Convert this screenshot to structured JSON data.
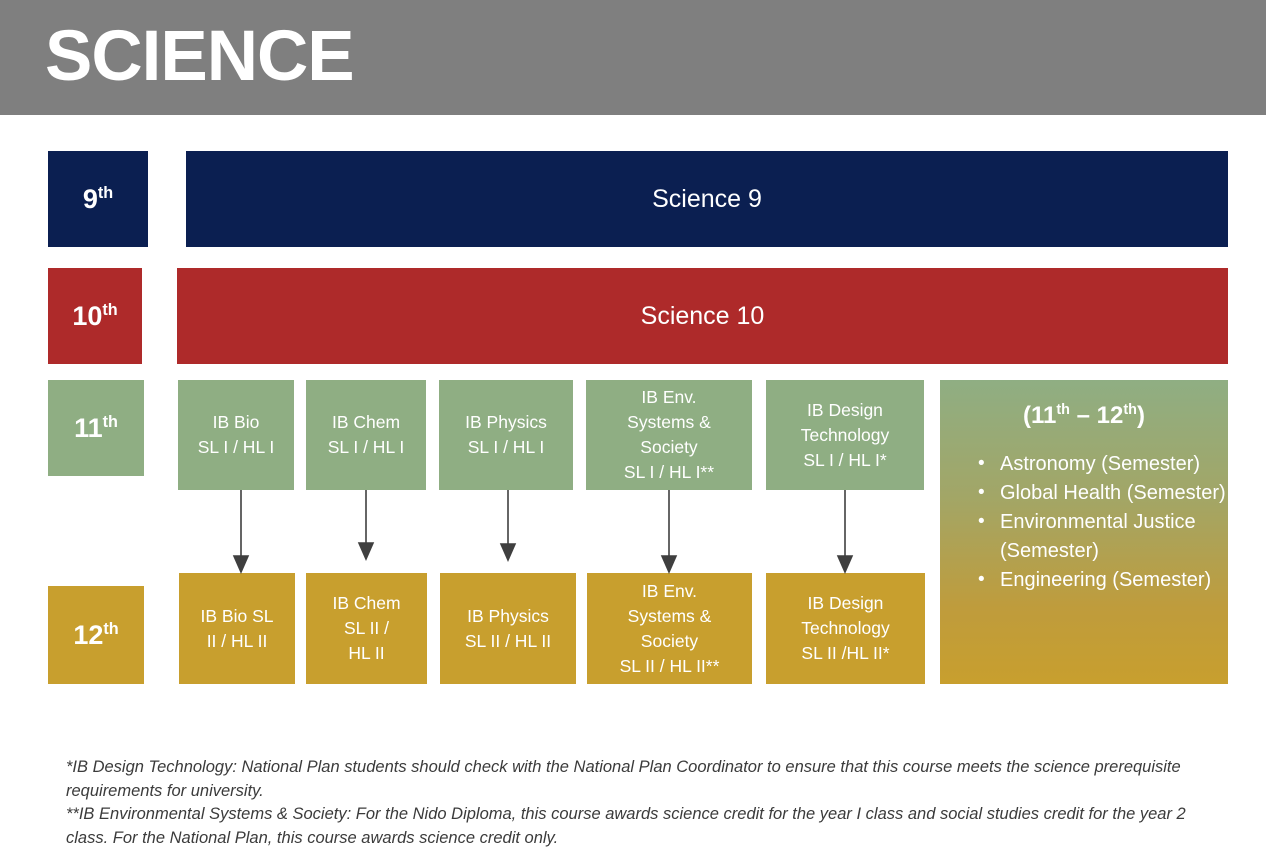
{
  "header": {
    "title": "SCIENCE",
    "band_color": "#7f7f7f",
    "title_color": "#ffffff"
  },
  "colors": {
    "grade9": "#0B1F51",
    "grade10": "#AE2A2A",
    "grade11": "#8FAE83",
    "grade12": "#C89F2E",
    "gradient_top": "#8FAE83",
    "gradient_bottom": "#C89F2E",
    "arrow": "#3f3f3f"
  },
  "rows": [
    {
      "grade_label": "9",
      "grade_suffix": "th",
      "courses": [
        {
          "name": "Science 9"
        }
      ]
    },
    {
      "grade_label": "10",
      "grade_suffix": "th",
      "courses": [
        {
          "name": "Science 10"
        }
      ]
    },
    {
      "grade_label": "11",
      "grade_suffix": "th",
      "courses": [
        {
          "line1": "IB Bio",
          "line2": "SL I / HL I"
        },
        {
          "line1": "IB Chem",
          "line2": "SL I / HL I"
        },
        {
          "line1": "IB Physics",
          "line2": "SL I / HL I"
        },
        {
          "line1": "IB Env.",
          "line2": "Systems &",
          "line3": "Society",
          "line4": "SL I / HL I**"
        },
        {
          "line1": "IB Design",
          "line2": "Technology",
          "line3": "SL I / HL I*"
        }
      ]
    },
    {
      "grade_label": "12",
      "grade_suffix": "th",
      "courses": [
        {
          "line1": "IB Bio SL",
          "line2": "II / HL II"
        },
        {
          "line1": "IB Chem",
          "line2": "SL II /",
          "line3": "HL II"
        },
        {
          "line1": "IB Physics",
          "line2": "SL II / HL II"
        },
        {
          "line1": "IB Env.",
          "line2": "Systems &",
          "line3": "Society",
          "line4": "SL II / HL II**"
        },
        {
          "line1": "IB Design",
          "line2": "Technology",
          "line3": "SL II /HL II*"
        }
      ]
    }
  ],
  "electives": {
    "title_open": "(11",
    "title_sup1": "th",
    "title_dash": " – 12",
    "title_sup2": "th",
    "title_close": ")",
    "items": [
      "Astronomy (Semester)",
      "Global Health (Semester)",
      "Environmental Justice (Semester)",
      "Engineering (Semester)"
    ]
  },
  "footnotes": [
    "*IB Design Technology: National Plan students should check with the National Plan Coordinator to ensure that this course meets the science prerequisite requirements for university.",
    "**IB Environmental Systems & Society: For the Nido Diploma, this course awards science credit for the year I class and social studies credit for the year 2 class.  For the National Plan, this course awards science credit only."
  ]
}
